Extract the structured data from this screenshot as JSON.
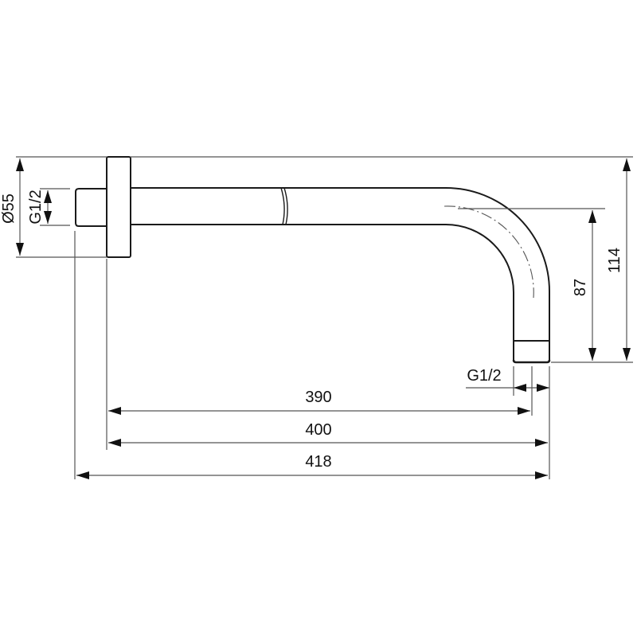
{
  "drawing": {
    "subject": "shower arm technical drawing, side view",
    "dimensions": {
      "flange_diameter": "Ø55",
      "inlet_thread": "G1/2",
      "outlet_thread": "G1/2",
      "height_total": "114",
      "height_center": "87",
      "length_390": "390",
      "length_400": "400",
      "length_418": "418"
    },
    "colors": {
      "part_line": "#1a1a1a",
      "dimension_line": "#555555",
      "background": "#ffffff"
    }
  }
}
